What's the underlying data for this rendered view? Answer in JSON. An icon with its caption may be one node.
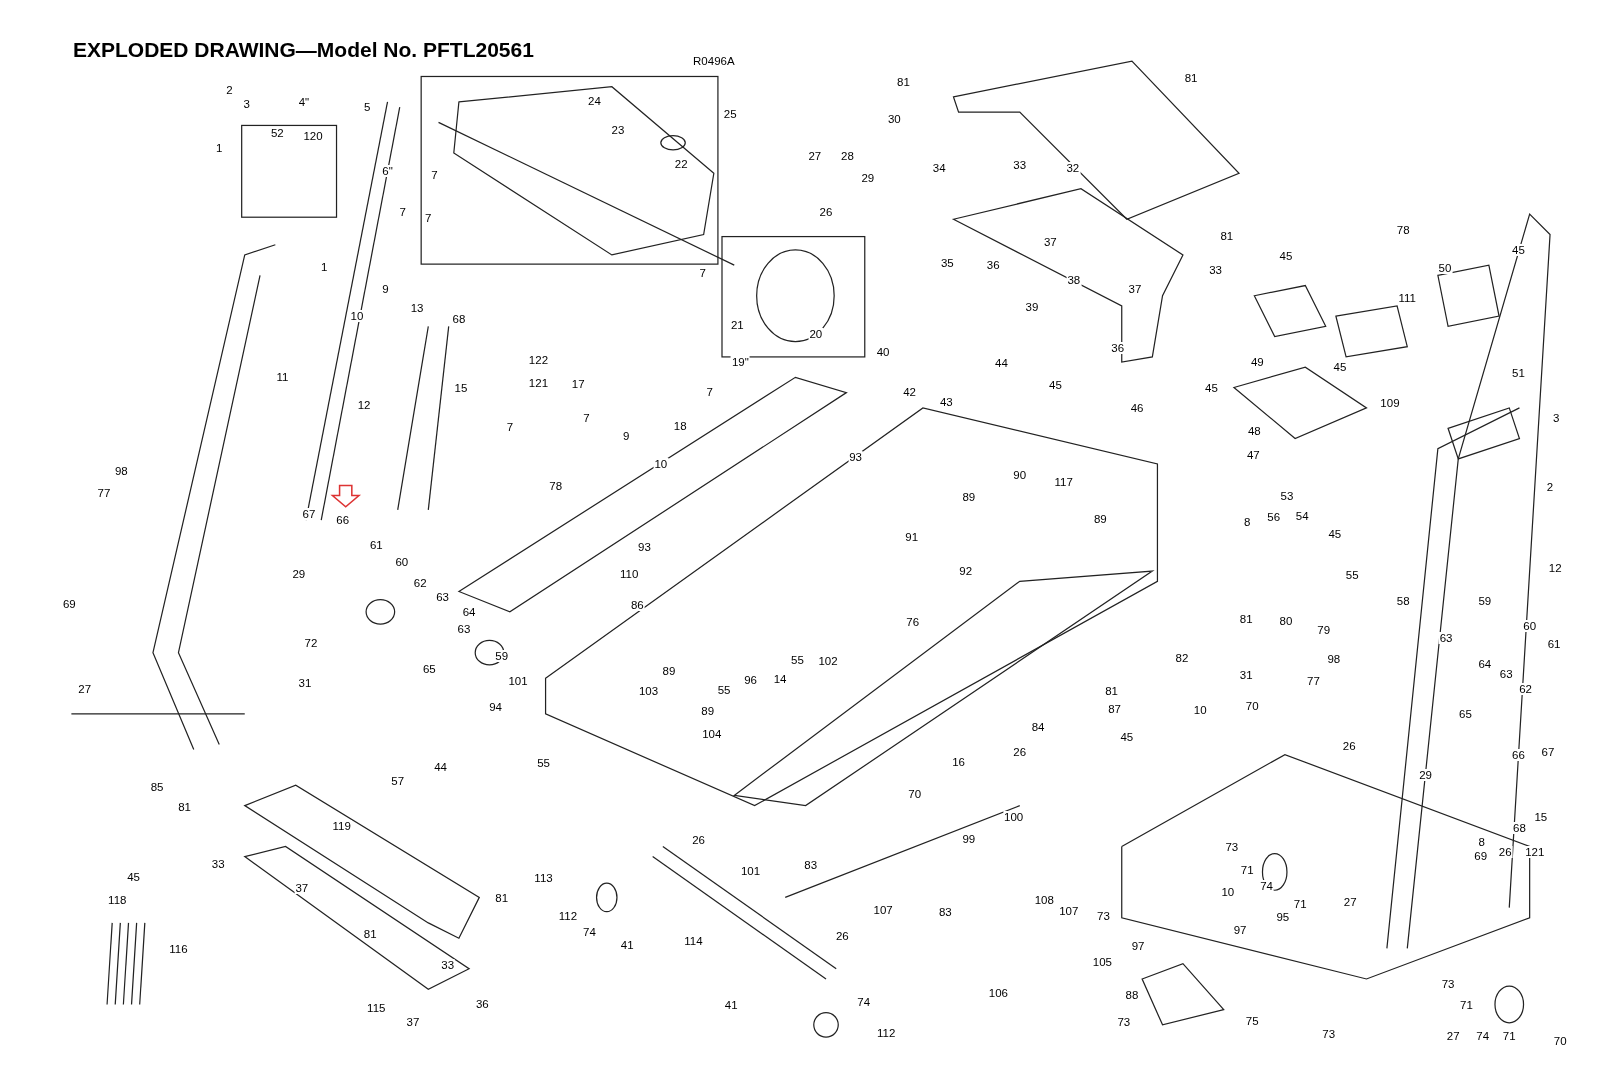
{
  "diagram": {
    "title": "EXPLODED DRAWING—Model No. PFTL20561",
    "labels": [
      "R0496A",
      "2",
      "3",
      "4\"",
      "5",
      "52",
      "120",
      "1",
      "1",
      "24",
      "23",
      "22",
      "6\"",
      "7",
      "7",
      "7",
      "25",
      "81",
      "81",
      "30",
      "27",
      "28",
      "29",
      "34",
      "33",
      "32",
      "26",
      "78",
      "45",
      "45",
      "50",
      "81",
      "37",
      "35",
      "36",
      "7",
      "10",
      "9",
      "13",
      "38",
      "37",
      "33",
      "39",
      "111",
      "21",
      "20",
      "19\"",
      "68",
      "122",
      "121",
      "15",
      "17",
      "36",
      "49",
      "45",
      "7",
      "12",
      "11",
      "40",
      "42",
      "44",
      "45",
      "45",
      "109",
      "51",
      "7",
      "7",
      "9",
      "18",
      "10",
      "48",
      "46",
      "43",
      "3",
      "93",
      "47",
      "98",
      "77",
      "66",
      "67",
      "78",
      "89",
      "90",
      "117",
      "89",
      "91",
      "2",
      "53",
      "8",
      "56",
      "54",
      "45",
      "61",
      "60",
      "29",
      "93",
      "110",
      "62",
      "63",
      "64",
      "63",
      "65",
      "86",
      "92",
      "55",
      "58",
      "59",
      "12",
      "69",
      "80",
      "79",
      "81",
      "60",
      "61",
      "59",
      "72",
      "76",
      "82",
      "63",
      "64",
      "63",
      "62",
      "31",
      "31",
      "27",
      "101",
      "103",
      "89",
      "55",
      "96",
      "14",
      "55",
      "102",
      "77",
      "98",
      "81",
      "87",
      "45",
      "10",
      "70",
      "65",
      "94",
      "84",
      "89",
      "104",
      "55",
      "44",
      "57",
      "85",
      "16",
      "26",
      "70",
      "26",
      "66",
      "67",
      "29",
      "81",
      "119",
      "99",
      "100",
      "15",
      "68",
      "121",
      "69",
      "26",
      "73",
      "8",
      "33",
      "37",
      "45",
      "118",
      "83",
      "101",
      "26",
      "71",
      "10",
      "74",
      "71",
      "113",
      "112",
      "74",
      "41",
      "114",
      "107",
      "26",
      "83",
      "108",
      "107",
      "73",
      "95",
      "97",
      "27",
      "81",
      "81",
      "33",
      "116",
      "105",
      "97",
      "106",
      "41",
      "74",
      "112",
      "88",
      "73",
      "75",
      "73",
      "115",
      "37",
      "36",
      "73",
      "71",
      "27",
      "74",
      "71",
      "70"
    ]
  }
}
